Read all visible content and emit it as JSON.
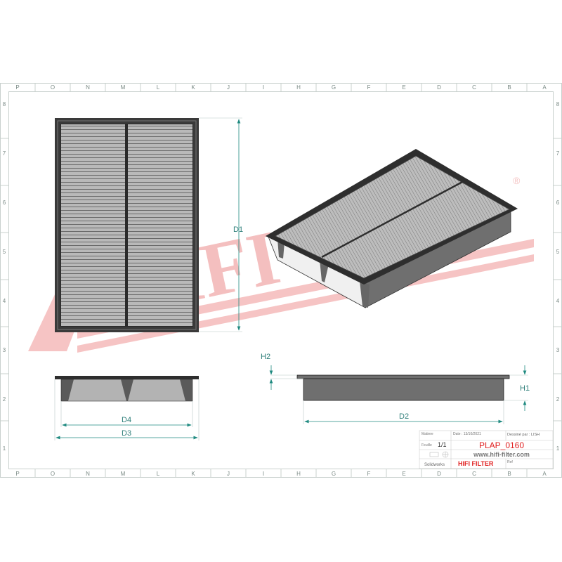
{
  "sheet": {
    "columns": [
      "P",
      "O",
      "N",
      "M",
      "L",
      "K",
      "J",
      "I",
      "H",
      "G",
      "F",
      "E",
      "D",
      "C",
      "B",
      "A"
    ],
    "rows": [
      "8",
      "7",
      "6",
      "5",
      "4",
      "3",
      "2",
      "1"
    ],
    "colors": {
      "frame": "#c8d0cd",
      "dimension": "#1f8a80",
      "watermark": "#f2b3b3",
      "title": "#e02020"
    }
  },
  "watermark": {
    "text": "HIFI FILTER",
    "mark": "®"
  },
  "dimensions": {
    "d1": "D1",
    "d2": "D2",
    "d3": "D3",
    "d4": "D4",
    "h1": "H1",
    "h2": "H2"
  },
  "title_block": {
    "matiere_label": "Matiere",
    "date_label": "Date : 13/10/2021",
    "drawn_by": "Dessiné par : LISH",
    "feuille_label": "Feuille",
    "feuille_value": "1/1",
    "part_number": "PLAP_0160",
    "website": "www.hifi-filter.com",
    "software": "Solidworks",
    "brand": "HIFI FILTER",
    "ref_label": "Ref"
  }
}
